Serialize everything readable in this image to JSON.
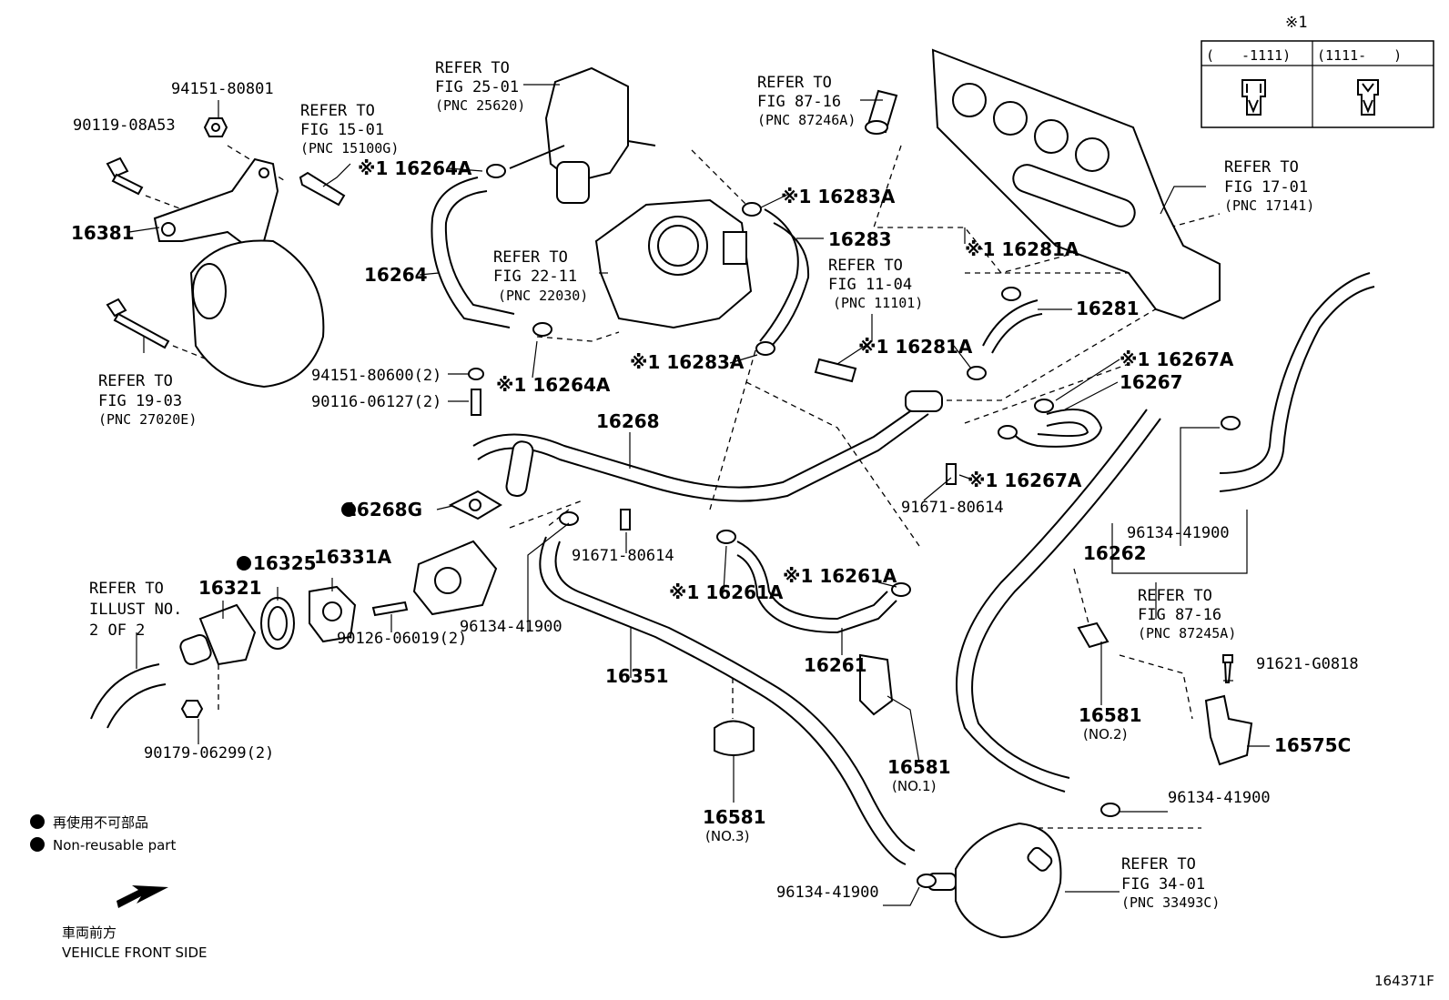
{
  "labels": {
    "p94151_80801": "94151-80801",
    "p90119_08a53": "90119-08A53",
    "refer_fig15_1": "REFER TO",
    "refer_fig15_2": "FIG 15-01",
    "refer_fig15_3": "(PNC 15100G)",
    "p16381": "16381",
    "refer_fig19_1": "REFER TO",
    "refer_fig19_2": "FIG 19-03",
    "refer_fig19_3": "(PNC 27020E)",
    "refer_fig25_1": "REFER TO",
    "refer_fig25_2": "FIG 25-01",
    "refer_fig25_3": "(PNC 25620)",
    "p16264a_top": "※1 16264A",
    "p16264": "16264",
    "refer_fig22_1": "REFER TO",
    "refer_fig22_2": "FIG 22-11",
    "refer_fig22_3": "(PNC 22030)",
    "p16264a_bot": "※1 16264A",
    "p94151_80600": "94151-80600(2)",
    "p90116_06127": "90116-06127(2)",
    "refer_fig87a_1": "REFER TO",
    "refer_fig87a_2": "FIG 87-16",
    "refer_fig87a_3": "(PNC 87246A)",
    "p16283a_top": "※1 16283A",
    "p16283": "16283",
    "refer_fig11_1": "REFER TO",
    "refer_fig11_2": "FIG 11-04",
    "refer_fig11_3": "(PNC 11101)",
    "p16283a_bot": "※1 16283A",
    "p16281a_top": "※1 16281A",
    "p16281": "16281",
    "p16281a_bot": "※1 16281A",
    "refer_fig17_1": "REFER TO",
    "refer_fig17_2": "FIG 17-01",
    "refer_fig17_3": "(PNC 17141)",
    "p16267a_top": "※1 16267A",
    "p16267": "16267",
    "p16267a_bot": "※1 16267A",
    "p16268": "16268",
    "p16268g": "16268G",
    "p91671_80614_a": "91671-80614",
    "p91671_80614_b": "91671-80614",
    "p16261a_l": "※1 16261A",
    "p16261a_r": "※1 16261A",
    "p16261": "16261",
    "p16262": "16262",
    "p96134_41900_a": "96134-41900",
    "p96134_41900_b": "96134-41900",
    "p96134_41900_c": "96134-41900",
    "p96134_41900_d": "96134-41900",
    "refer_fig87b_1": "REFER TO",
    "refer_fig87b_2": "FIG 87-16",
    "refer_fig87b_3": "(PNC 87245A)",
    "p91621_g0818": "91621-G0818",
    "p16575c": "16575C",
    "p16581_no2": "16581",
    "no2": "(NO.2)",
    "p16581_no1": "16581",
    "no1": "(NO.1)",
    "p16581_no3": "16581",
    "no3": "(NO.3)",
    "p16325": "16325",
    "p16331a": "16331A",
    "p16321": "16321",
    "refer_illust_1": "REFER TO",
    "refer_illust_2": "ILLUST NO.",
    "refer_illust_3": "2 OF 2",
    "p90126_06019": "90126-06019(2)",
    "p90179_06299": "90179-06299(2)",
    "p16351": "16351",
    "refer_fig34_1": "REFER TO",
    "refer_fig34_2": "FIG 34-01",
    "refer_fig34_3": "(PNC 33493C)"
  },
  "table": {
    "note_mark": "※1",
    "col1": "(　　-1111)",
    "col2": "(1111-　　)"
  },
  "legend": {
    "non_reusable_jp": "再使用不可部品",
    "non_reusable_en": "Non-reusable part",
    "front_jp": "車両前方",
    "front_en": "VEHICLE FRONT SIDE"
  },
  "figure_id": "164371F"
}
